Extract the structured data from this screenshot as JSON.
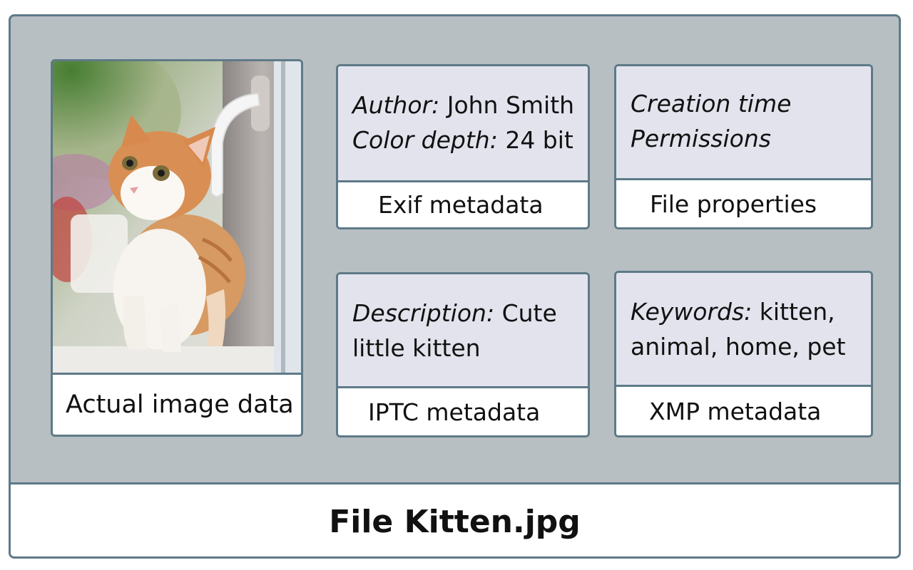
{
  "title": "File Kitten.jpg",
  "image_card": {
    "label": "Actual image data"
  },
  "exif": {
    "label": "Exif metadata",
    "fields": [
      {
        "name": "Author:",
        "value": " John Smith"
      },
      {
        "name": "Color depth:",
        "value": " 24 bit"
      }
    ]
  },
  "file_properties": {
    "label": "File properties",
    "items": [
      "Creation time",
      "Permissions"
    ]
  },
  "iptc": {
    "label": "IPTC metadata",
    "field_name": "Description:",
    "value_line1": " Cute",
    "value_line2": "little kitten"
  },
  "xmp": {
    "label": "XMP metadata",
    "field_name": "Keywords:",
    "value_line1": " kitten,",
    "value_line2": "animal, home, pet"
  },
  "colors": {
    "frame_bg": "#b8bfc2",
    "border": "#5e7a88",
    "card_body": "#e3e3ee",
    "label_bg": "#ffffff"
  }
}
